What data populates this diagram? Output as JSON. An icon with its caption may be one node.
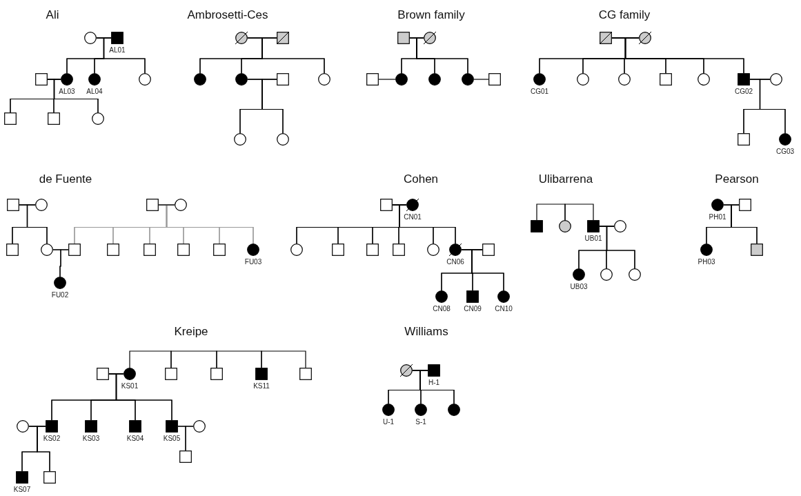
{
  "diagram": {
    "nodes": [
      {
        "text": [],
        "shape": "circle"
      },
      {
        "text": [],
        "shape": "box",
        "beside": [
          "AL01"
        ]
      },
      {
        "text": [],
        "shape": "box"
      },
      {
        "text": [],
        "shape": "circle",
        "beside": [
          "AL03"
        ]
      },
      {
        "text": [],
        "shape": "circle",
        "beside": [
          "AL04"
        ]
      },
      {
        "text": [],
        "shape": "circle"
      },
      {
        "text": [],
        "shape": "box"
      },
      {
        "text": [],
        "shape": "box"
      },
      {
        "text": [],
        "shape": "circle"
      },
      {
        "text": [],
        "shape": "circle"
      },
      {
        "text": [],
        "shape": "box"
      },
      {
        "text": [],
        "shape": "circle"
      },
      {
        "text": [],
        "shape": "circle"
      },
      {
        "text": [],
        "shape": "box"
      },
      {
        "text": [],
        "shape": "circle"
      },
      {
        "text": [],
        "shape": "circle"
      },
      {
        "text": [],
        "shape": "circle"
      },
      {
        "text": [],
        "shape": "box"
      },
      {
        "text": [],
        "shape": "circle"
      },
      {
        "text": [],
        "shape": "box"
      },
      {
        "text": [],
        "shape": "circle"
      },
      {
        "text": [],
        "shape": "circle"
      },
      {
        "text": [],
        "shape": "circle"
      },
      {
        "text": [],
        "shape": "box"
      },
      {
        "text": [],
        "shape": "box"
      },
      {
        "text": [],
        "shape": "circle"
      },
      {
        "text": [],
        "shape": "circle",
        "beside": [
          "CG01"
        ]
      },
      {
        "text": [],
        "shape": "circle"
      },
      {
        "text": [],
        "shape": "circle"
      },
      {
        "text": [],
        "shape": "box"
      },
      {
        "text": [],
        "shape": "circle"
      },
      {
        "text": [],
        "shape": "box",
        "beside": [
          "CG02"
        ]
      },
      {
        "text": [],
        "shape": "circle"
      },
      {
        "text": [],
        "shape": "box"
      },
      {
        "text": [],
        "shape": "circle",
        "beside": [
          "CG03"
        ]
      },
      {
        "text": [],
        "shape": "box"
      },
      {
        "text": [],
        "shape": "circle"
      },
      {
        "text": [],
        "shape": "box"
      },
      {
        "text": [],
        "shape": "circle"
      },
      {
        "text": [],
        "shape": "box"
      },
      {
        "text": [],
        "shape": "circle"
      },
      {
        "text": [],
        "shape": "box"
      },
      {
        "text": [],
        "shape": "box"
      },
      {
        "text": [],
        "shape": "box"
      },
      {
        "text": [],
        "shape": "box"
      },
      {
        "text": [],
        "shape": "box"
      },
      {
        "text": [],
        "shape": "circle",
        "beside": [
          "FU03"
        ]
      },
      {
        "text": [],
        "shape": "circle",
        "beside": [
          "FU02"
        ]
      },
      {
        "text": [],
        "shape": "box"
      },
      {
        "text": [],
        "shape": "circle",
        "beside": [
          "CN01"
        ]
      },
      {
        "text": [],
        "shape": "circle"
      },
      {
        "text": [],
        "shape": "box"
      },
      {
        "text": [],
        "shape": "box"
      },
      {
        "text": [],
        "shape": "box"
      },
      {
        "text": [],
        "shape": "circle"
      },
      {
        "text": [],
        "shape": "circle",
        "beside": [
          "CN06"
        ]
      },
      {
        "text": [],
        "shape": "box"
      },
      {
        "text": [],
        "shape": "circle",
        "beside": [
          "CN08"
        ]
      },
      {
        "text": [],
        "shape": "box",
        "beside": [
          "CN09"
        ]
      },
      {
        "text": [],
        "shape": "circle",
        "beside": [
          "CN10"
        ]
      },
      {
        "text": [],
        "shape": "box"
      },
      {
        "text": [],
        "shape": "circle"
      },
      {
        "text": [],
        "shape": "box",
        "beside": [
          "UB01"
        ]
      },
      {
        "text": [],
        "shape": "circle"
      },
      {
        "text": [],
        "shape": "circle",
        "beside": [
          "UB03"
        ]
      },
      {
        "text": [],
        "shape": "circle"
      },
      {
        "text": [],
        "shape": "circle"
      },
      {
        "text": [],
        "shape": "circle",
        "beside": [
          "PH01"
        ]
      },
      {
        "text": [],
        "shape": "box"
      },
      {
        "text": [],
        "shape": "circle",
        "beside": [
          "PH03"
        ]
      },
      {
        "text": [],
        "shape": "box"
      },
      {
        "text": [],
        "shape": "box"
      },
      {
        "text": [],
        "shape": "circle",
        "beside": [
          "KS01"
        ]
      },
      {
        "text": [],
        "shape": "box"
      },
      {
        "text": [],
        "shape": "box"
      },
      {
        "text": [],
        "shape": "box",
        "beside": [
          "KS11"
        ]
      },
      {
        "text": [],
        "shape": "box"
      },
      {
        "text": [],
        "shape": "circle"
      },
      {
        "text": [],
        "shape": "box",
        "beside": [
          "KS02"
        ]
      },
      {
        "text": [],
        "shape": "box",
        "beside": [
          "KS03"
        ]
      },
      {
        "text": [],
        "shape": "box",
        "beside": [
          "KS04"
        ]
      },
      {
        "text": [],
        "shape": "box",
        "beside": [
          "KS05"
        ]
      },
      {
        "text": [],
        "shape": "circle"
      },
      {
        "text": [],
        "shape": "box"
      },
      {
        "text": [],
        "shape": "box",
        "beside": [
          "KS07"
        ]
      },
      {
        "text": [],
        "shape": "box"
      },
      {
        "text": [],
        "shape": "circle"
      },
      {
        "text": [],
        "shape": "box",
        "beside": [
          "H-1"
        ]
      },
      {
        "text": [],
        "shape": "circle",
        "beside": [
          "U-1"
        ]
      },
      {
        "text": [],
        "shape": "circle",
        "beside": [
          "S-1"
        ]
      },
      {
        "text": [],
        "shape": "circle"
      }
    ],
    "edges": [
      {
        "from": 0,
        "to": 1,
        "arrow": "none"
      },
      {
        "from": 0,
        "to": 3,
        "arrow": "none"
      },
      {
        "from": 0,
        "to": 4,
        "arrow": "none"
      },
      {
        "from": 0,
        "to": 5,
        "arrow": "none"
      },
      {
        "from": 1,
        "to": 3,
        "arrow": "none"
      },
      {
        "from": 1,
        "to": 4,
        "arrow": "none"
      },
      {
        "from": 1,
        "to": 5,
        "arrow": "none"
      },
      {
        "from": 2,
        "to": 3,
        "arrow": "none"
      },
      {
        "from": 2,
        "to": 6,
        "arrow": "none"
      },
      {
        "from": 2,
        "to": 7,
        "arrow": "none"
      },
      {
        "from": 2,
        "to": 8,
        "arrow": "none"
      },
      {
        "from": 3,
        "to": 6,
        "arrow": "none"
      },
      {
        "from": 3,
        "to": 7,
        "arrow": "none"
      },
      {
        "from": 3,
        "to": 8,
        "arrow": "none"
      },
      {
        "from": 9,
        "to": 10,
        "arrow": "none"
      },
      {
        "from": 9,
        "to": 11,
        "arrow": "none"
      },
      {
        "from": 9,
        "to": 12,
        "arrow": "none"
      },
      {
        "from": 9,
        "to": 14,
        "arrow": "none"
      },
      {
        "from": 10,
        "to": 11,
        "arrow": "none"
      },
      {
        "from": 10,
        "to": 12,
        "arrow": "none"
      },
      {
        "from": 10,
        "to": 14,
        "arrow": "none"
      },
      {
        "from": 12,
        "to": 13,
        "arrow": "none"
      },
      {
        "from": 12,
        "to": 15,
        "arrow": "none"
      },
      {
        "from": 12,
        "to": 16,
        "arrow": "none"
      },
      {
        "from": 13,
        "to": 15,
        "arrow": "none"
      },
      {
        "from": 13,
        "to": 16,
        "arrow": "none"
      },
      {
        "from": 17,
        "to": 18,
        "arrow": "none"
      },
      {
        "from": 17,
        "to": 20,
        "arrow": "none"
      },
      {
        "from": 17,
        "to": 21,
        "arrow": "none"
      },
      {
        "from": 17,
        "to": 22,
        "arrow": "none"
      },
      {
        "from": 18,
        "to": 20,
        "arrow": "none"
      },
      {
        "from": 18,
        "to": 21,
        "arrow": "none"
      },
      {
        "from": 18,
        "to": 22,
        "arrow": "none"
      },
      {
        "from": 19,
        "to": 20,
        "arrow": "none"
      },
      {
        "from": 22,
        "to": 23,
        "arrow": "none"
      },
      {
        "from": 24,
        "to": 25,
        "arrow": "none"
      },
      {
        "from": 24,
        "to": 26,
        "arrow": "none"
      },
      {
        "from": 24,
        "to": 27,
        "arrow": "none"
      },
      {
        "from": 24,
        "to": 28,
        "arrow": "none"
      },
      {
        "from": 24,
        "to": 29,
        "arrow": "none"
      },
      {
        "from": 24,
        "to": 30,
        "arrow": "none"
      },
      {
        "from": 24,
        "to": 31,
        "arrow": "none"
      },
      {
        "from": 25,
        "to": 26,
        "arrow": "none"
      },
      {
        "from": 25,
        "to": 27,
        "arrow": "none"
      },
      {
        "from": 25,
        "to": 28,
        "arrow": "none"
      },
      {
        "from": 25,
        "to": 29,
        "arrow": "none"
      },
      {
        "from": 25,
        "to": 30,
        "arrow": "none"
      },
      {
        "from": 25,
        "to": 31,
        "arrow": "none"
      },
      {
        "from": 31,
        "to": 32,
        "arrow": "none"
      },
      {
        "from": 31,
        "to": 33,
        "arrow": "none"
      },
      {
        "from": 31,
        "to": 34,
        "arrow": "none"
      },
      {
        "from": 32,
        "to": 33,
        "arrow": "none"
      },
      {
        "from": 32,
        "to": 34,
        "arrow": "none"
      },
      {
        "from": 35,
        "to": 36,
        "arrow": "none"
      },
      {
        "from": 35,
        "to": 39,
        "arrow": "none"
      },
      {
        "from": 35,
        "to": 40,
        "arrow": "none"
      },
      {
        "from": 36,
        "to": 39,
        "arrow": "none"
      },
      {
        "from": 36,
        "to": 40,
        "arrow": "none"
      },
      {
        "from": 37,
        "to": 38,
        "arrow": "none"
      },
      {
        "from": 37,
        "to": 41,
        "arrow": "none",
        "color": "#999999"
      },
      {
        "from": 37,
        "to": 42,
        "arrow": "none",
        "color": "#999999"
      },
      {
        "from": 37,
        "to": 43,
        "arrow": "none",
        "color": "#999999"
      },
      {
        "from": 37,
        "to": 44,
        "arrow": "none",
        "color": "#999999"
      },
      {
        "from": 37,
        "to": 45,
        "arrow": "none",
        "color": "#999999"
      },
      {
        "from": 37,
        "to": 46,
        "arrow": "none",
        "color": "#999999"
      },
      {
        "from": 38,
        "to": 41,
        "arrow": "none",
        "color": "#999999"
      },
      {
        "from": 38,
        "to": 42,
        "arrow": "none",
        "color": "#999999"
      },
      {
        "from": 38,
        "to": 43,
        "arrow": "none",
        "color": "#999999"
      },
      {
        "from": 38,
        "to": 44,
        "arrow": "none",
        "color": "#999999"
      },
      {
        "from": 38,
        "to": 45,
        "arrow": "none",
        "color": "#999999"
      },
      {
        "from": 38,
        "to": 46,
        "arrow": "none",
        "color": "#999999"
      },
      {
        "from": 40,
        "to": 41,
        "arrow": "none"
      },
      {
        "from": 40,
        "to": 47,
        "arrow": "none"
      },
      {
        "from": 41,
        "to": 47,
        "arrow": "none"
      },
      {
        "from": 48,
        "to": 49,
        "arrow": "none"
      },
      {
        "from": 48,
        "to": 50,
        "arrow": "none"
      },
      {
        "from": 48,
        "to": 51,
        "arrow": "none"
      },
      {
        "from": 48,
        "to": 52,
        "arrow": "none"
      },
      {
        "from": 48,
        "to": 53,
        "arrow": "none"
      },
      {
        "from": 48,
        "to": 54,
        "arrow": "none"
      },
      {
        "from": 48,
        "to": 55,
        "arrow": "none"
      },
      {
        "from": 49,
        "to": 50,
        "arrow": "none"
      },
      {
        "from": 49,
        "to": 51,
        "arrow": "none"
      },
      {
        "from": 49,
        "to": 52,
        "arrow": "none"
      },
      {
        "from": 49,
        "to": 53,
        "arrow": "none"
      },
      {
        "from": 49,
        "to": 54,
        "arrow": "none"
      },
      {
        "from": 49,
        "to": 55,
        "arrow": "none"
      },
      {
        "from": 55,
        "to": 56,
        "arrow": "none"
      },
      {
        "from": 55,
        "to": 57,
        "arrow": "none"
      },
      {
        "from": 55,
        "to": 58,
        "arrow": "none"
      },
      {
        "from": 55,
        "to": 59,
        "arrow": "none"
      },
      {
        "from": 56,
        "to": 57,
        "arrow": "none"
      },
      {
        "from": 56,
        "to": 58,
        "arrow": "none"
      },
      {
        "from": 56,
        "to": 59,
        "arrow": "none"
      },
      {
        "from": 60,
        "to": 61,
        "arrow": "none"
      },
      {
        "from": 61,
        "to": 62,
        "arrow": "none"
      },
      {
        "from": 62,
        "to": 63,
        "arrow": "none"
      },
      {
        "from": 62,
        "to": 64,
        "arrow": "none"
      },
      {
        "from": 62,
        "to": 65,
        "arrow": "none"
      },
      {
        "from": 62,
        "to": 66,
        "arrow": "none"
      },
      {
        "from": 63,
        "to": 64,
        "arrow": "none"
      },
      {
        "from": 63,
        "to": 65,
        "arrow": "none"
      },
      {
        "from": 63,
        "to": 66,
        "arrow": "none"
      },
      {
        "from": 67,
        "to": 68,
        "arrow": "none"
      },
      {
        "from": 67,
        "to": 69,
        "arrow": "none"
      },
      {
        "from": 67,
        "to": 70,
        "arrow": "none"
      },
      {
        "from": 68,
        "to": 69,
        "arrow": "none"
      },
      {
        "from": 68,
        "to": 70,
        "arrow": "none"
      },
      {
        "from": 72,
        "to": 73,
        "arrow": "none"
      },
      {
        "from": 73,
        "to": 74,
        "arrow": "none"
      },
      {
        "from": 74,
        "to": 75,
        "arrow": "none"
      },
      {
        "from": 75,
        "to": 76,
        "arrow": "none"
      },
      {
        "from": 71,
        "to": 72,
        "arrow": "none"
      },
      {
        "from": 71,
        "to": 78,
        "arrow": "none"
      },
      {
        "from": 71,
        "to": 79,
        "arrow": "none"
      },
      {
        "from": 71,
        "to": 80,
        "arrow": "none"
      },
      {
        "from": 71,
        "to": 81,
        "arrow": "none"
      },
      {
        "from": 72,
        "to": 78,
        "arrow": "none"
      },
      {
        "from": 72,
        "to": 79,
        "arrow": "none"
      },
      {
        "from": 72,
        "to": 80,
        "arrow": "none"
      },
      {
        "from": 72,
        "to": 81,
        "arrow": "none"
      },
      {
        "from": 77,
        "to": 78,
        "arrow": "none"
      },
      {
        "from": 77,
        "to": 84,
        "arrow": "none"
      },
      {
        "from": 77,
        "to": 85,
        "arrow": "none"
      },
      {
        "from": 78,
        "to": 84,
        "arrow": "none"
      },
      {
        "from": 78,
        "to": 85,
        "arrow": "none"
      },
      {
        "from": 81,
        "to": 82,
        "arrow": "none"
      },
      {
        "from": 81,
        "to": 83,
        "arrow": "none"
      },
      {
        "from": 82,
        "to": 83,
        "arrow": "none"
      },
      {
        "from": 86,
        "to": 87,
        "arrow": "none"
      },
      {
        "from": 86,
        "to": 88,
        "arrow": "none"
      },
      {
        "from": 86,
        "to": 89,
        "arrow": "none"
      },
      {
        "from": 86,
        "to": 90,
        "arrow": "none"
      },
      {
        "from": 87,
        "to": 88,
        "arrow": "none"
      },
      {
        "from": 87,
        "to": 89,
        "arrow": "none"
      },
      {
        "from": 87,
        "to": 90,
        "arrow": "none"
      }
    ],
    "labels": [
      "Ali",
      "Ambrosetti-Ces",
      "Brown family",
      "CG family",
      "de Fuente",
      "Cohen",
      "Ulibarrena",
      "Pearson",
      "Kreipe",
      "Williams"
    ]
  }
}
